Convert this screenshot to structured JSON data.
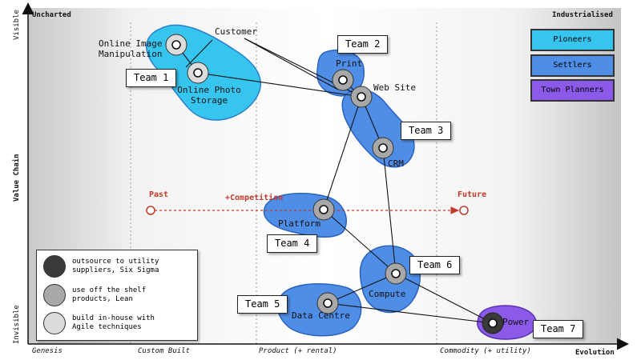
{
  "header": {
    "left": "Uncharted",
    "right": "Industrialised"
  },
  "y_axis": {
    "top": "Visible",
    "middle": "Value Chain",
    "bottom": "Invisible"
  },
  "x_axis": {
    "stages": [
      "Genesis",
      "Custom Built",
      "Product (+ rental)",
      "Commodity (+ utility)"
    ],
    "label": "Evolution"
  },
  "components": {
    "customer": "Customer",
    "online_image": "Online Image\nManipulation",
    "online_photo": "Online Photo\nStorage",
    "print": "Print",
    "web_site": "Web Site",
    "crm": "CRM",
    "platform": "Platform",
    "compute": "Compute",
    "data_centre": "Data Centre",
    "power": "Power"
  },
  "teams": [
    "Team 1",
    "Team 2",
    "Team 3",
    "Team 4",
    "Team 5",
    "Team 6",
    "Team 7"
  ],
  "legend_roles": [
    {
      "label": "Pioneers",
      "color": "#36c5ef"
    },
    {
      "label": "Settlers",
      "color": "#4f8ee6"
    },
    {
      "label": "Town Planners",
      "color": "#8c5ae8"
    }
  ],
  "legend_methods": [
    {
      "text": "outsource to utility\nsuppliers, Six Sigma",
      "color": "#3a3a3a"
    },
    {
      "text": "use off the shelf\nproducts, Lean",
      "color": "#a8a8a8"
    },
    {
      "text": "build in-house with\nAgile techniques",
      "color": "#dcdcdc"
    }
  ],
  "movement": {
    "past": "Past",
    "competition": "+Competition",
    "future": "Future"
  }
}
